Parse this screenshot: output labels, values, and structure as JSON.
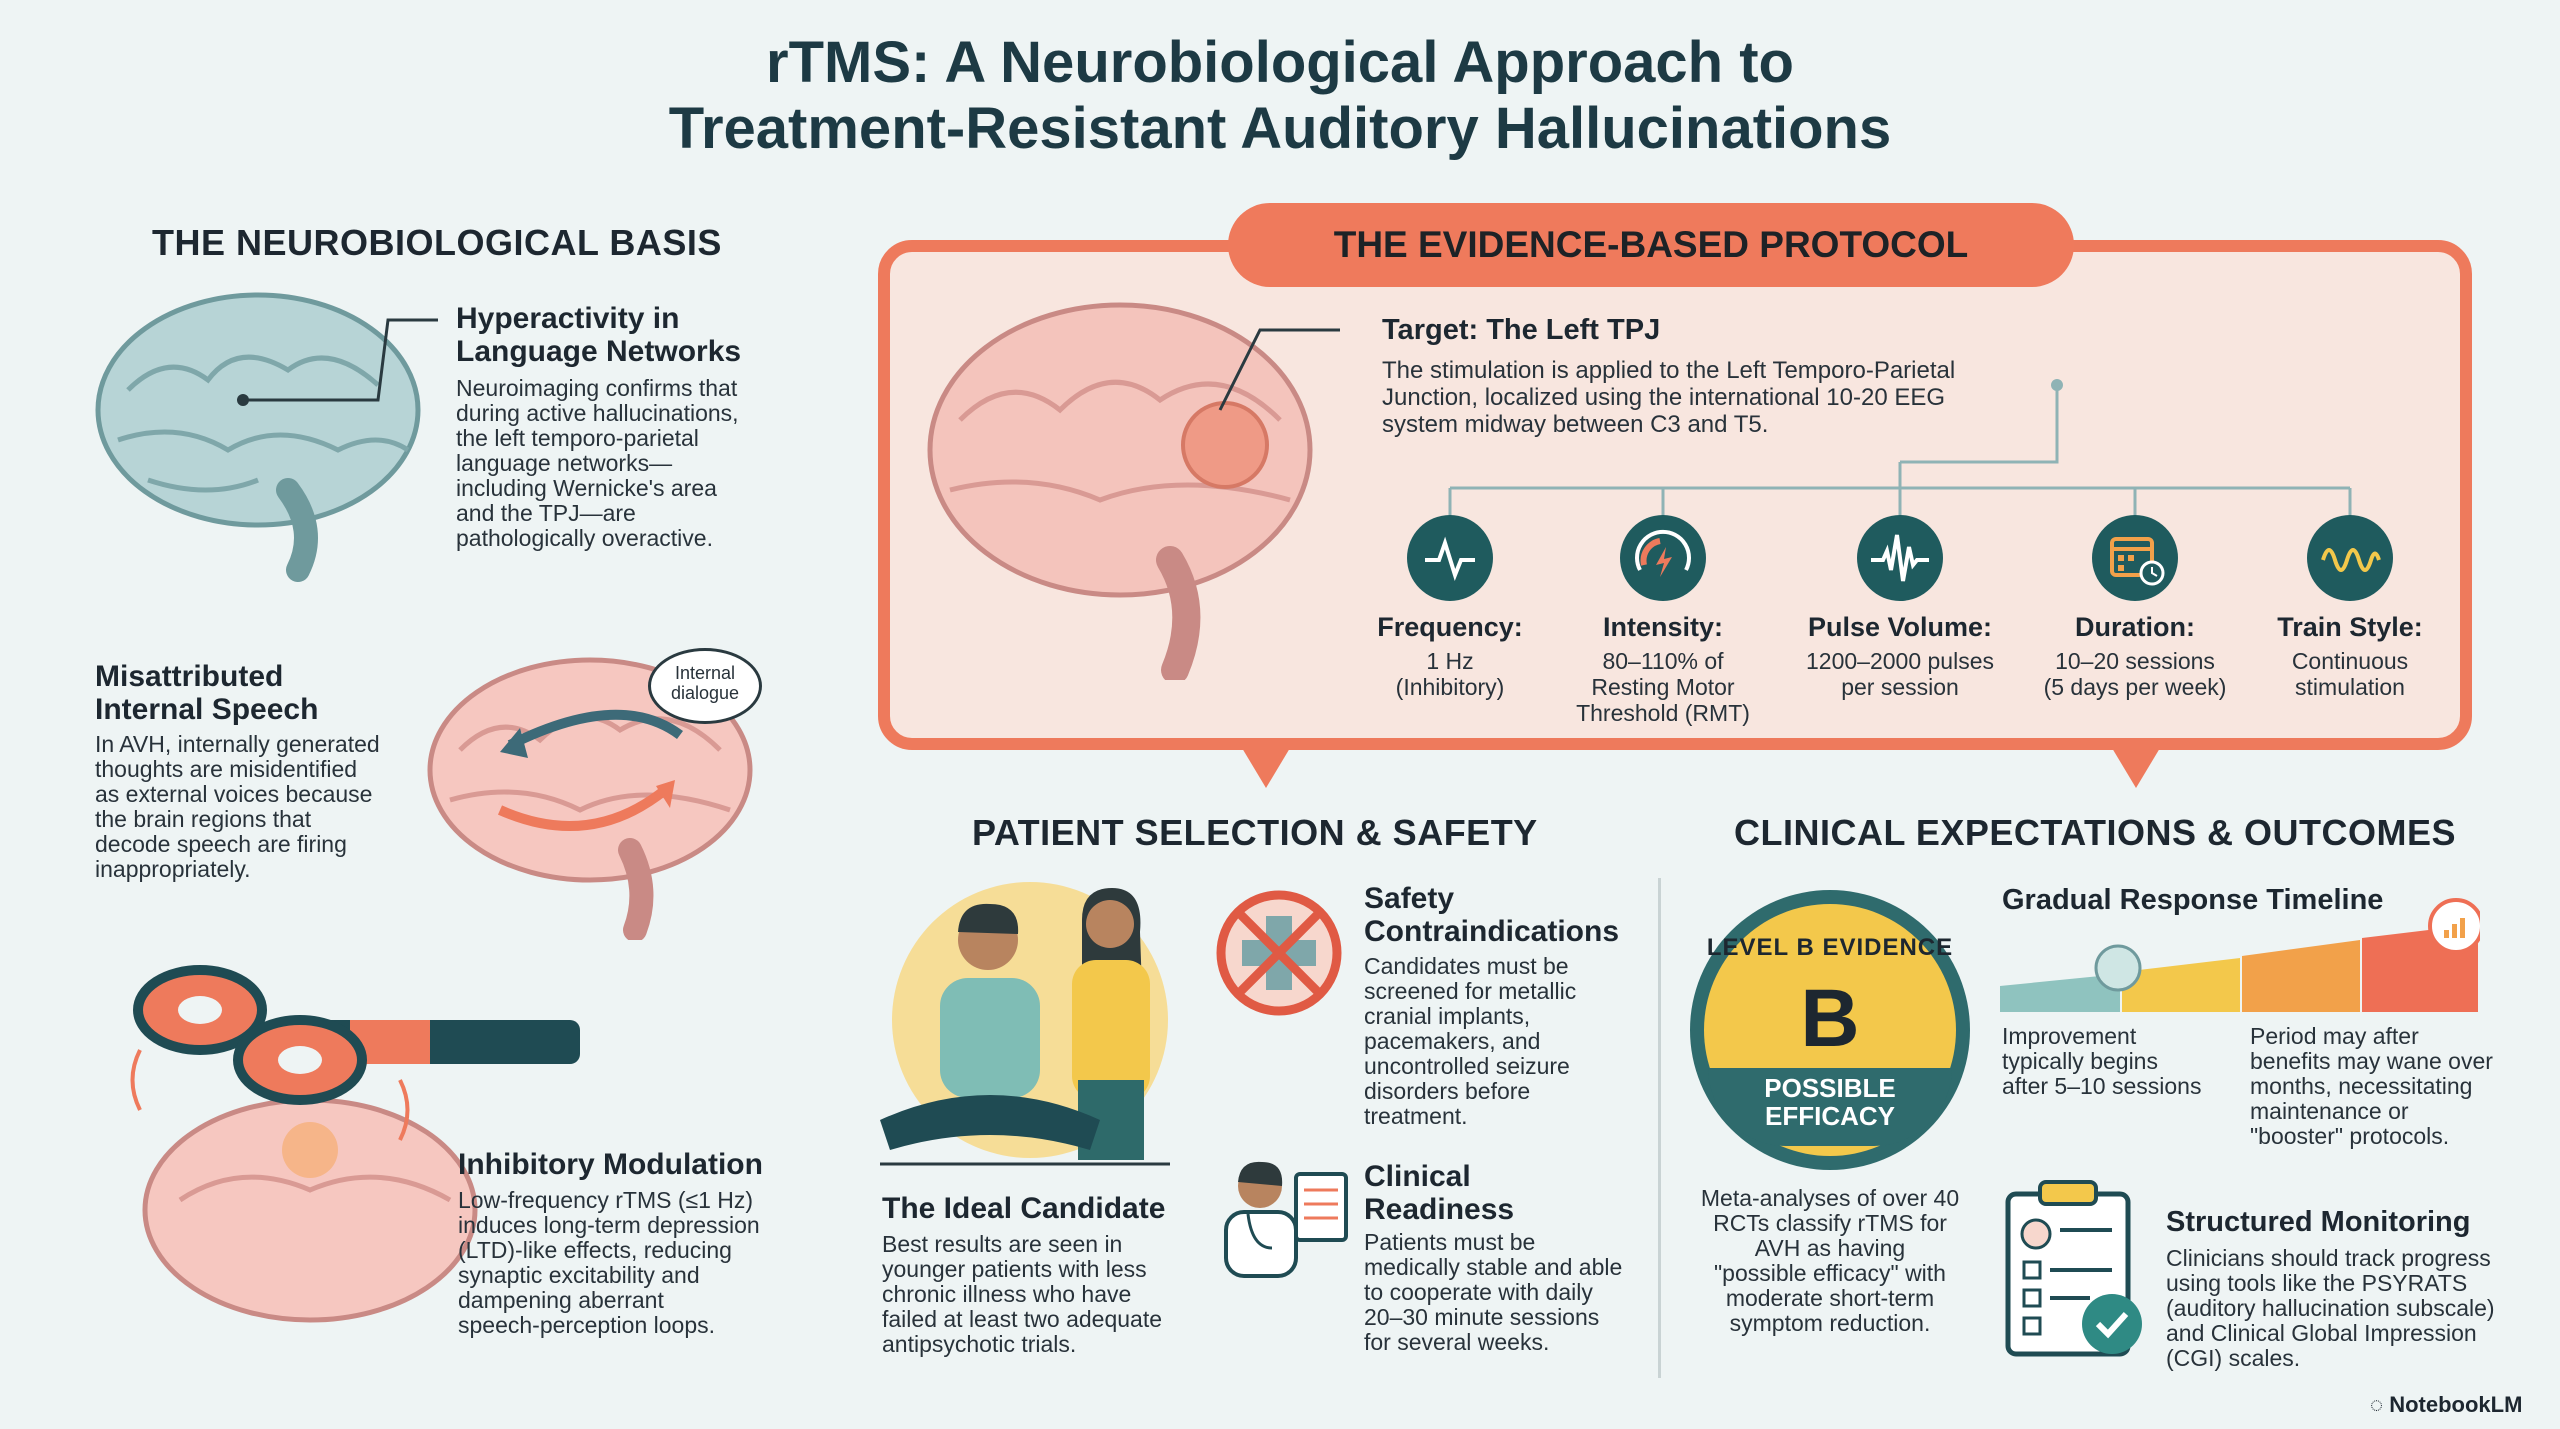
{
  "title": {
    "line1": "rTMS: A Neurobiological Approach to",
    "line2": "Treatment-Resistant Auditory Hallucinations"
  },
  "neuro": {
    "heading": "THE NEUROBIOLOGICAL BASIS",
    "hyper": {
      "title1": "Hyperactivity in",
      "title2": "Language Networks",
      "lines": [
        "Neuroimaging confirms that",
        "during active hallucinations,",
        "the left temporo-parietal",
        "language networks—",
        "including Wernicke's area",
        "and the TPJ—are",
        "pathologically overactive."
      ]
    },
    "misattr": {
      "title1": "Misattributed",
      "title2": "Internal Speech",
      "bubble1": "Internal",
      "bubble2": "dialogue",
      "lines": [
        "In AVH, internally generated",
        "thoughts are misidentified",
        "as external voices because",
        "the brain regions that",
        "decode speech are firing",
        "inappropriately."
      ]
    },
    "inhib": {
      "title": "Inhibitory Modulation",
      "lines": [
        "Low-frequency rTMS (≤1 Hz)",
        "induces long-term depression",
        "(LTD)-like effects, reducing",
        "synaptic excitability and",
        "dampening aberrant",
        "speech-perception loops."
      ]
    }
  },
  "protocol": {
    "heading": "THE EVIDENCE-BASED PROTOCOL",
    "target_title": "Target: The Left TPJ",
    "target_lines": [
      "The stimulation is applied to the Left Temporo-Parietal",
      "Junction, localized using the international 10-20 EEG",
      "system midway between C3 and T5."
    ],
    "params": [
      {
        "label": "Frequency:",
        "lines": [
          "1 Hz",
          "(Inhibitory)"
        ],
        "icon": "waveform-icon"
      },
      {
        "label": "Intensity:",
        "lines": [
          "80–110% of",
          "Resting Motor",
          "Threshold (RMT)"
        ],
        "icon": "gauge-icon"
      },
      {
        "label": "Pulse Volume:",
        "lines": [
          "1200–2000 pulses",
          "per session"
        ],
        "icon": "pulse-icon"
      },
      {
        "label": "Duration:",
        "lines": [
          "10–20 sessions",
          "(5 days per week)"
        ],
        "icon": "calendar-icon"
      },
      {
        "label": "Train Style:",
        "lines": [
          "Continuous",
          "stimulation"
        ],
        "icon": "sine-wave-icon"
      }
    ]
  },
  "selection": {
    "heading": "PATIENT SELECTION & SAFETY",
    "ideal": {
      "title": "The Ideal Candidate",
      "lines": [
        "Best results are seen in",
        "younger patients with less",
        "chronic illness who have",
        "failed at least two adequate",
        "antipsychotic trials."
      ]
    },
    "safety": {
      "title1": "Safety",
      "title2": "Contraindications",
      "lines": [
        "Candidates must be",
        "screened for metallic",
        "cranial implants,",
        "pacemakers, and",
        "uncontrolled seizure",
        "disorders before",
        "treatment."
      ]
    },
    "readiness": {
      "title1": "Clinical",
      "title2": "Readiness",
      "lines": [
        "Patients must be",
        "medically stable and able",
        "to cooperate with daily",
        "20–30 minute sessions",
        "for several weeks."
      ]
    }
  },
  "outcomes": {
    "heading": "CLINICAL EXPECTATIONS & OUTCOMES",
    "badge": {
      "arc": "LEVEL B EVIDENCE",
      "letter": "B",
      "line1": "POSSIBLE",
      "line2": "EFFICACY"
    },
    "meta_lines": [
      "Meta-analyses of over 40",
      "RCTs classify rTMS for",
      "AVH as having",
      "\"possible efficacy\" with",
      "moderate short-term",
      "symptom reduction."
    ],
    "timeline": {
      "title": "Gradual Response Timeline",
      "left_lines": [
        "Improvement",
        "typically begins",
        "after 5–10 sessions"
      ],
      "right_lines": [
        "Period may after",
        "benefits may wane over",
        "months, necessitating",
        "maintenance or",
        "\"booster\" protocols."
      ]
    },
    "monitoring": {
      "title": "Structured Monitoring",
      "lines": [
        "Clinicians should track progress",
        "using tools like the PSYRATS",
        "(auditory hallucination subscale)",
        "and Clinical Global Impression",
        "(CGI) scales."
      ]
    }
  },
  "footer": {
    "brand": "NotebookLM"
  },
  "colors": {
    "coral": "#ee7a5c",
    "teal": "#1f5b5e",
    "yellow": "#f3c84b",
    "orange": "#f2a14a",
    "bg": "#eef4f4"
  }
}
